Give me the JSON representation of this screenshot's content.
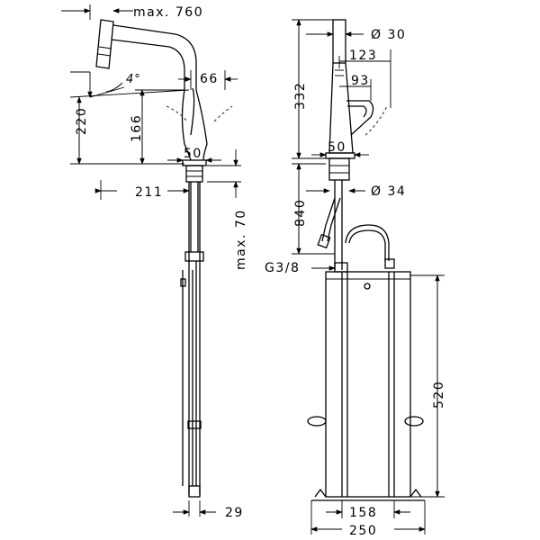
{
  "side_view": {
    "reach_label": "max. 760",
    "spout_angle": "4°",
    "spout_diameter": "66",
    "height_220": "220",
    "height_166": "166",
    "base_50": "50",
    "offset_211": "211",
    "hose_max": "max. 70",
    "hose_29": "29"
  },
  "front_view": {
    "diameter_30": "Ø 30",
    "height_332": "332",
    "lever_123": "123",
    "lever_93": "93",
    "base_50": "50",
    "shank_34": "Ø 34",
    "hose_840": "840",
    "thread": "G3/8",
    "cabinet_520": "520",
    "cabinet_158": "158",
    "cabinet_250": "250"
  }
}
